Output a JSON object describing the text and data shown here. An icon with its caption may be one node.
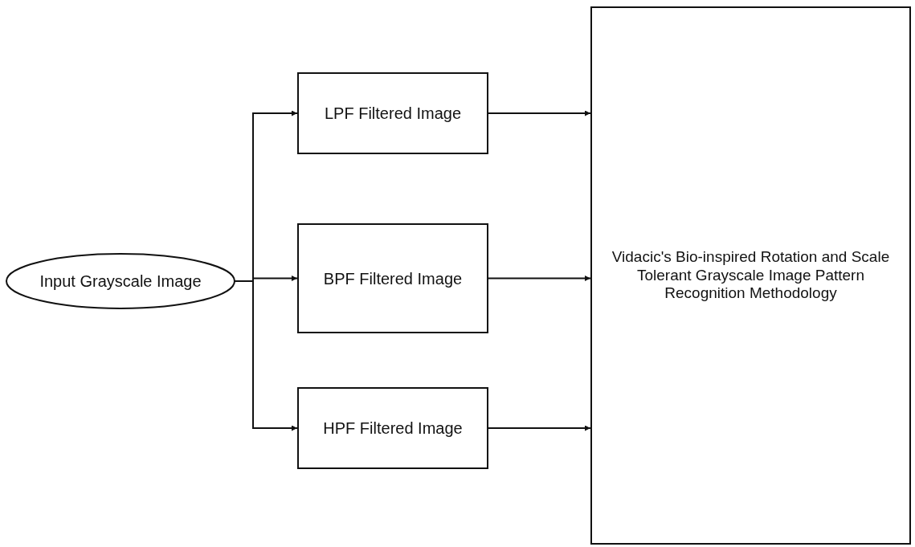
{
  "diagram": {
    "nodes": [
      {
        "text": [
          "Input Grayscale Image"
        ]
      },
      {
        "text": [
          "LPF Filtered Image"
        ]
      },
      {
        "text": [
          "BPF Filtered Image"
        ]
      },
      {
        "text": [
          "HPF Filtered Image"
        ]
      },
      {
        "text": [
          "Vidacic's Bio-inspired Rotation and Scale Tolerant Grayscale Image Pattern Recognition Methodology"
        ]
      }
    ],
    "edges": [
      {
        "from": 0,
        "to": 1,
        "arrow": "to"
      },
      {
        "from": 0,
        "to": 2,
        "arrow": "to"
      },
      {
        "from": 0,
        "to": 3,
        "arrow": "to"
      },
      {
        "from": 1,
        "to": 4,
        "arrow": "to"
      },
      {
        "from": 2,
        "to": 4,
        "arrow": "to"
      },
      {
        "from": 3,
        "to": 4,
        "arrow": "to"
      }
    ]
  }
}
